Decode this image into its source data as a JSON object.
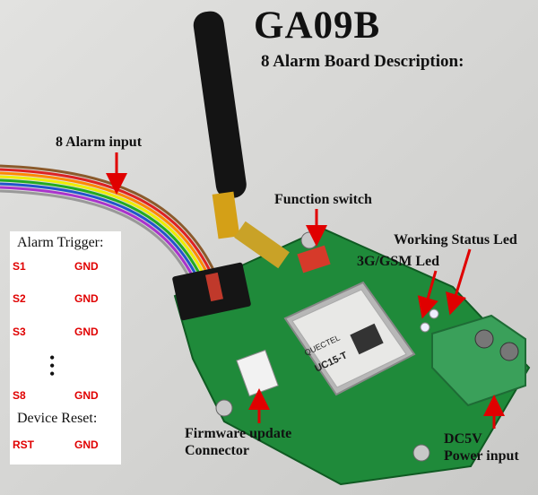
{
  "title": "GA09B",
  "subtitle": "8 Alarm Board Description:",
  "labels": {
    "alarm_input": "8 Alarm input",
    "function_switch": "Function switch",
    "working_status_led": "Working Status Led",
    "gsm_led": "3G/GSM Led",
    "firmware_line1": "Firmware update",
    "firmware_line2": "Connector",
    "dc_line1": "DC5V",
    "dc_line2": "Power input"
  },
  "legend": {
    "trigger_heading": "Alarm Trigger:",
    "inputs": [
      {
        "signal": "S1",
        "ground": "GND"
      },
      {
        "signal": "S2",
        "ground": "GND"
      },
      {
        "signal": "S3",
        "ground": "GND"
      },
      {
        "signal": "S8",
        "ground": "GND"
      }
    ],
    "reset_heading": "Device Reset:",
    "reset": {
      "signal": "RST",
      "ground": "GND"
    }
  },
  "module": {
    "brand": "QUECTEL",
    "model": "UC15-T"
  },
  "colors": {
    "pcb_green": "#1f8a3a",
    "terminal_green": "#3aa05a",
    "label_red": "#e00000",
    "arrow_red": "#e00000"
  }
}
